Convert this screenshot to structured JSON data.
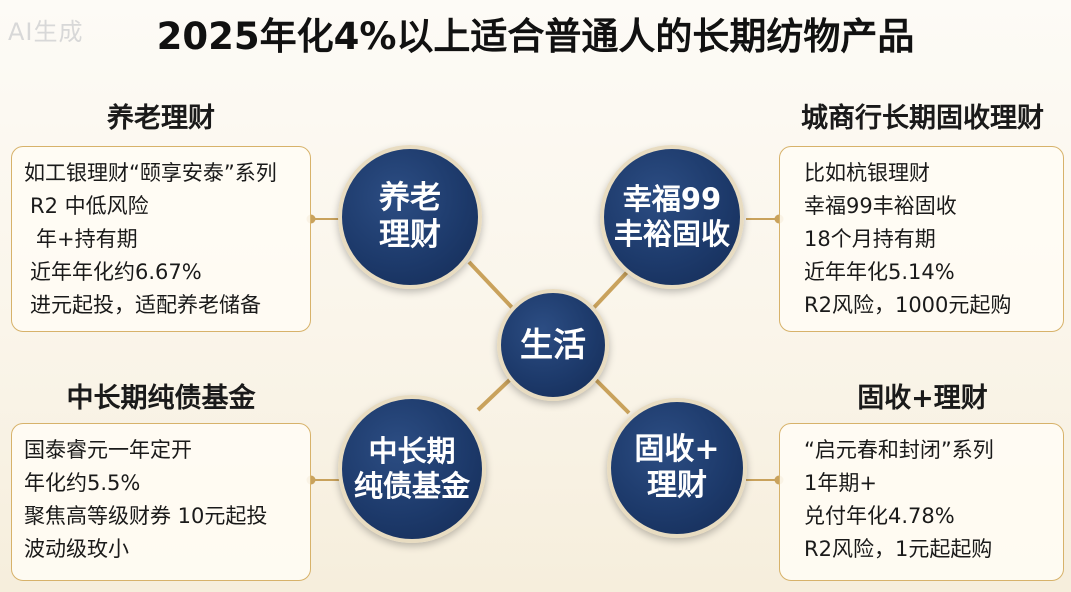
{
  "watermark": "AI生成",
  "title": "2025年化4%以上适合普通人的长期纺物产品",
  "center": "生活",
  "quadrants": {
    "top_left": {
      "section_title": "养老理财",
      "node_label": "养老\n理财",
      "lines": [
        "如工银理财“颐享安泰”系列",
        "R2 中低风险",
        "年+持有期",
        "近年年化约6.67%",
        "进元起投，适配养老储备"
      ]
    },
    "top_right": {
      "section_title": "城商行长期固收理财",
      "node_label": "幸福99\n丰裕固收",
      "lines": [
        "比如杭银理财",
        "幸福99丰裕固收",
        "18个月持有期",
        "近年年化5.14%",
        "R2风险，1000元起购"
      ]
    },
    "bottom_left": {
      "section_title": "中长期纯债基金",
      "node_label": "中长期\n纯债基金",
      "lines": [
        "国泰睿元一年定开",
        "年化约5.5%",
        "聚焦高等级财券 10元起投",
        "波动级玫小"
      ]
    },
    "bottom_right": {
      "section_title": "固收+理财",
      "node_label": "固收+\n理财",
      "lines": [
        "“启元春和封闭”系列",
        "1年期+",
        "兑付年化4.78%",
        "R2风险，1元起起购"
      ]
    }
  },
  "colors": {
    "navy": "#1d3a6b",
    "gold": "#d7b26a",
    "connector": "#c9a25c"
  }
}
